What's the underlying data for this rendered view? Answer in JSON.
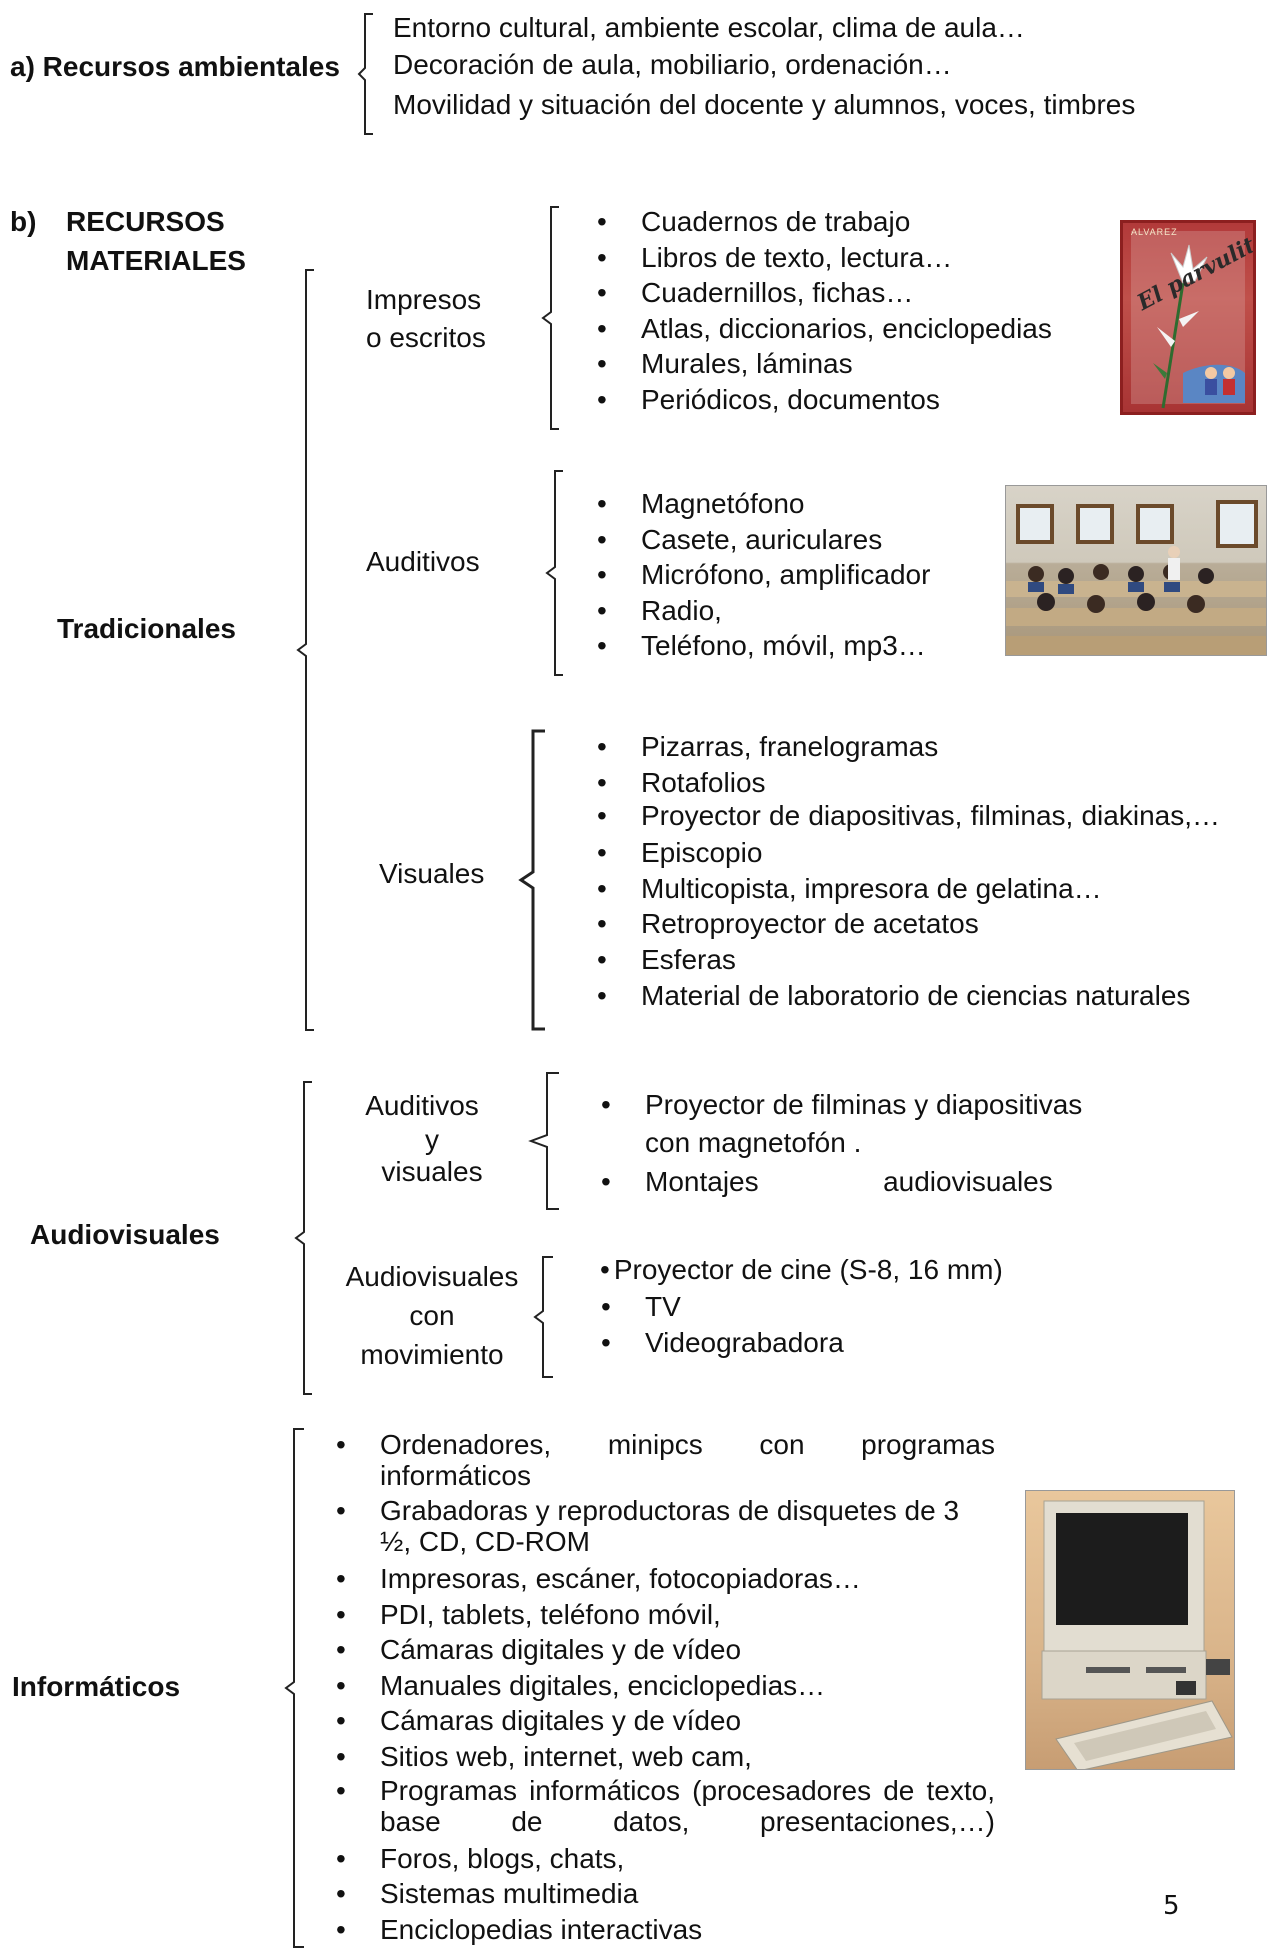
{
  "section_a": {
    "label": "a)  Recursos ambientales",
    "items": [
      "Entorno cultural, ambiente escolar, clima de aula…",
      "Decoración de aula, mobiliario, ordenación…",
      "Movilidad  y situación del docente y alumnos, voces, timbres"
    ]
  },
  "section_b": {
    "letter": "b)",
    "title_line1": "RECURSOS",
    "title_line2": "MATERIALES"
  },
  "tradicionales": {
    "label": "Tradicionales",
    "impresos": {
      "label_line1": "Impresos",
      "label_line2": "o escritos",
      "items": [
        "Cuadernos de  trabajo",
        "Libros de texto, lectura…",
        "Cuadernillos, fichas…",
        "Atlas, diccionarios, enciclopedias",
        "Murales, láminas",
        "Periódicos, documentos"
      ]
    },
    "auditivos": {
      "label": "Auditivos",
      "items": [
        "Magnetófono",
        "Casete, auriculares",
        "Micrófono, amplificador",
        "Radio,",
        "Teléfono, móvil,  mp3…"
      ]
    },
    "visuales": {
      "label": "Visuales",
      "items": [
        "Pizarras, franelogramas",
        "Rotafolios",
        "Proyector de diapositivas, filminas, diakinas,…",
        "Episcopio",
        "Multicopista, impresora de gelatina…",
        "Retroproyector de acetatos",
        "Esferas",
        "Material de laboratorio de ciencias naturales"
      ]
    }
  },
  "audiovisuales": {
    "label": "Audiovisuales",
    "auditivos_visuales": {
      "label_line1": "Auditivos",
      "label_line2": "y",
      "label_line3": "visuales",
      "items": [
        "Proyector de filminas y diapositivas con magnetofón .",
        "Montajes                audiovisuales"
      ]
    },
    "movimiento": {
      "label_line1": "Audiovisuales",
      "label_line2": "con",
      "label_line3": "movimiento",
      "items": [
        "Proyector de cine (S-8, 16 mm)",
        "TV",
        "Videograbadora"
      ]
    }
  },
  "informaticos": {
    "label": "Informáticos",
    "items": [
      "Ordenadores, minipcs con programas informáticos",
      "Grabadoras y reproductoras de disquetes de 3 ½, CD, CD-ROM",
      "Impresoras, escáner, fotocopiadoras…",
      "PDI, tablets, teléfono móvil,",
      "Cámaras digitales y de vídeo",
      "Manuales digitales, enciclopedias…",
      "Cámaras digitales y de vídeo",
      "Sitios web, internet, web cam,",
      "Programas informáticos (procesadores de texto, base de datos, presentaciones,…)",
      "Foros, blogs, chats,",
      "Sistemas multimedia",
      "Enciclopedias interactivas"
    ]
  },
  "book_cover": {
    "top_text": "ALVAREZ",
    "title": "El parvulito"
  },
  "page_number": "5"
}
